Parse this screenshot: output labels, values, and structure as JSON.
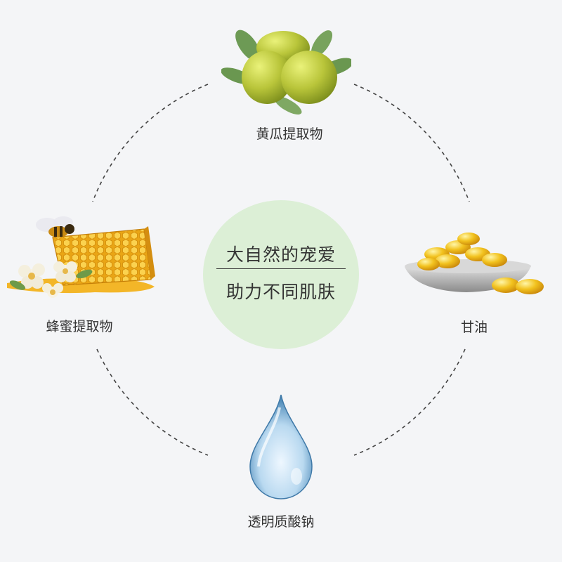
{
  "center": {
    "line1": "大自然的宠爱",
    "line2": "助力不同肌肤"
  },
  "ingredients": {
    "top": {
      "label": "黄瓜提取物",
      "icon": "olive-icon"
    },
    "left": {
      "label": "蜂蜜提取物",
      "icon": "honeycomb-bee-icon"
    },
    "right": {
      "label": "甘油",
      "icon": "oil-capsules-icon"
    },
    "bottom": {
      "label": "透明质酸钠",
      "icon": "water-drop-icon"
    }
  },
  "colors": {
    "background": "#f4f5f7",
    "center_disc": "#dcefd6",
    "dashed_ring": "#444444"
  }
}
